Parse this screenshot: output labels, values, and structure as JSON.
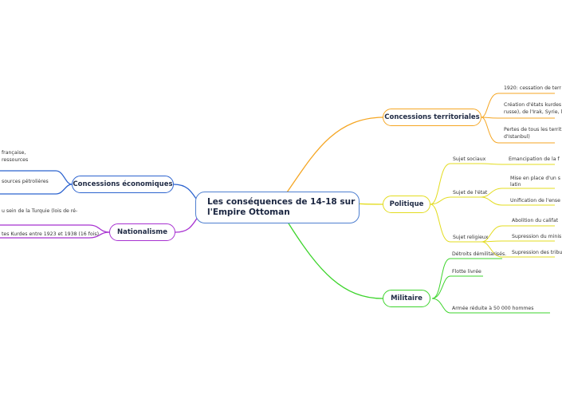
{
  "central": {
    "title": "Les conséquences de 14-18 sur l'Empire Ottoman"
  },
  "colors": {
    "central": "#4e7fd0",
    "concessions_territoriales": "#f5a623",
    "politique": "#e3dc1f",
    "militaire": "#3dd42c",
    "concessions_economiques": "#2c63cf",
    "nationalisme": "#a832d1"
  },
  "branches": {
    "concessions_territoriales": {
      "label": "Concessions territoriales",
      "items": [
        "1920: cessation de terr",
        "Création d'états kurdes",
        "russe), de l'Irak, Syrie, l",
        "Pertes de tous les territ",
        "d'Istanbul)"
      ]
    },
    "politique": {
      "label": "Politique",
      "groups": [
        {
          "label": "Sujet sociaux",
          "items": [
            "Emancipation de la f"
          ]
        },
        {
          "label": "Sujet de l'état",
          "items": [
            "Mise en place d'un s",
            "latin",
            "Unification de l'ense"
          ]
        },
        {
          "label": "Sujet religieux",
          "items": [
            "Abolition du califat",
            "Supression du minis",
            "Supression des tribu"
          ]
        }
      ]
    },
    "militaire": {
      "label": "Militaire",
      "items": [
        "Détroits démilitarisés.",
        "Flotte livrée",
        "Armée réduite à 50 000 hommes"
      ]
    },
    "concessions_economiques": {
      "label": "Concessions économiques",
      "items": [
        "française,",
        "ressources",
        "sources pétrolières"
      ]
    },
    "nationalisme": {
      "label": "Nationalisme",
      "items": [
        "u sein de la Turquie (lois de ré-",
        "tes Kurdes entre 1923 et 1938 (16 fois)"
      ]
    }
  }
}
